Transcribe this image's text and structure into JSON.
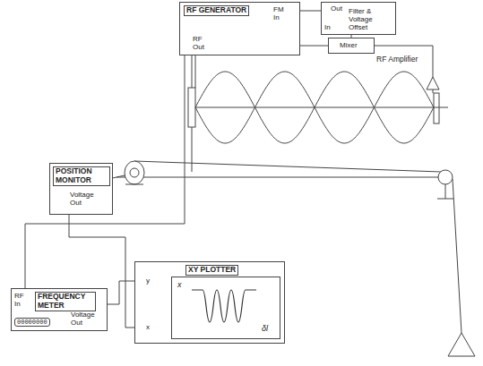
{
  "diagram": {
    "nodes": [
      {
        "text": [
          "RF GENERATOR",
          "FM In",
          "RF Out"
        ]
      },
      {
        "text": [
          "Out",
          "Filter & Voltage Offset",
          "In"
        ]
      },
      {
        "text": [
          "Mixer"
        ]
      },
      {
        "text": [
          "RF Amplifier"
        ]
      },
      {
        "text": [
          "POSITION MONITOR",
          "Voltage Out"
        ]
      },
      {
        "text": [
          "RF In",
          "FREQUENCY METER",
          "00000000",
          "Voltage Out"
        ]
      },
      {
        "text": [
          "XY PLOTTER",
          "y",
          "x"
        ]
      },
      {
        "text": [
          "x",
          "δl"
        ],
        "in": 6
      }
    ],
    "edges": [
      {
        "from": 0,
        "to": 5,
        "arrow": "none"
      },
      {
        "from": 1,
        "to": 0,
        "arrow": "none"
      },
      {
        "from": 2,
        "to": 1,
        "arrow": "none"
      },
      {
        "from": 0,
        "to": 2,
        "arrow": "none"
      },
      {
        "from": 3,
        "to": 2,
        "arrow": "none"
      },
      {
        "from": 4,
        "to": 6,
        "arrow": "none"
      },
      {
        "from": 5,
        "to": 6,
        "arrow": "none"
      }
    ]
  }
}
